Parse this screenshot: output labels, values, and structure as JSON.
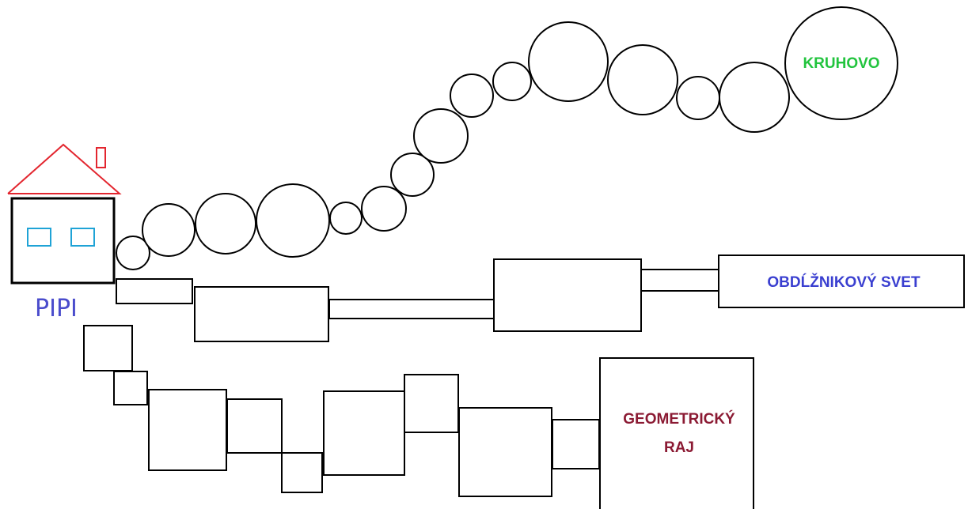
{
  "labels": {
    "home": "PIPI",
    "circles_destination": "KRUHOVO",
    "rectangles_destination": "OBDĹŽNIKOVÝ SVET",
    "squares_destination_line1": "GEOMETRICKÝ",
    "squares_destination_line2": "RAJ"
  },
  "colors": {
    "home_label": "#4a4ccc",
    "roof": "#e3262f",
    "windows": "#1fa3d6",
    "circles_destination": "#22c43e",
    "rectangles_destination": "#3a3fd0",
    "squares_destination": "#8b1a33",
    "outline": "#000000"
  }
}
